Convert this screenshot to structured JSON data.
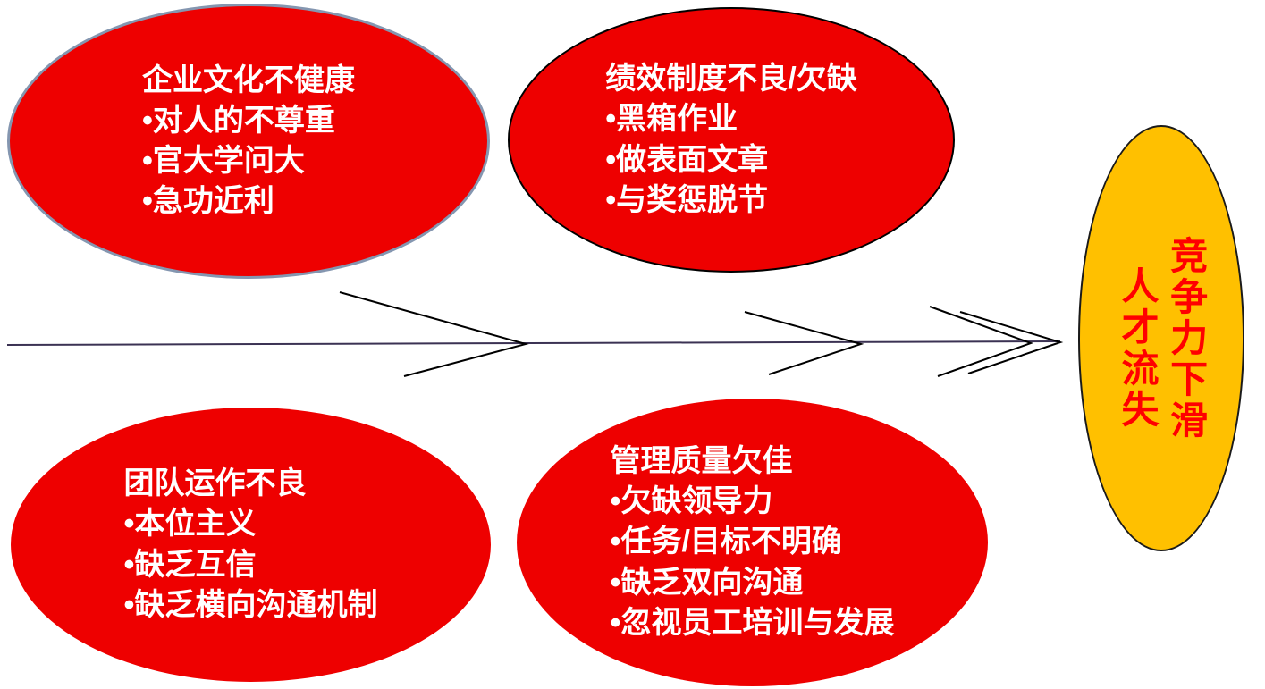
{
  "diagram_type": "fishbone-cause-effect",
  "causes": [
    {
      "title": "企业文化不健康",
      "items": [
        "•对人的不尊重",
        "•官大学问大",
        "•急功近利"
      ]
    },
    {
      "title": "绩效制度不良/欠缺",
      "items": [
        "•黑箱作业",
        "•做表面文章",
        "•与奖惩脱节"
      ]
    },
    {
      "title": "团队运作不良",
      "items": [
        "•本位主义",
        "•缺乏互信",
        "•缺乏横向沟通机制"
      ]
    },
    {
      "title": "管理质量欠佳",
      "items": [
        "•欠缺领导力",
        "•任务/目标不明确",
        "•缺乏双向沟通",
        "•忽视员工培训与发展"
      ]
    }
  ],
  "effect": {
    "lines": [
      "竞争力下滑",
      "人才流失"
    ]
  },
  "colors": {
    "cause_fill": "#EE0000",
    "cause_text": "#FFFFFF",
    "effect_fill": "#FFC000",
    "effect_text": "#FF0000",
    "spine_line": "#3B3253",
    "chevron_stroke": "#000000",
    "top_left_border": "#8496B0",
    "top_middle_border": "#000000"
  }
}
